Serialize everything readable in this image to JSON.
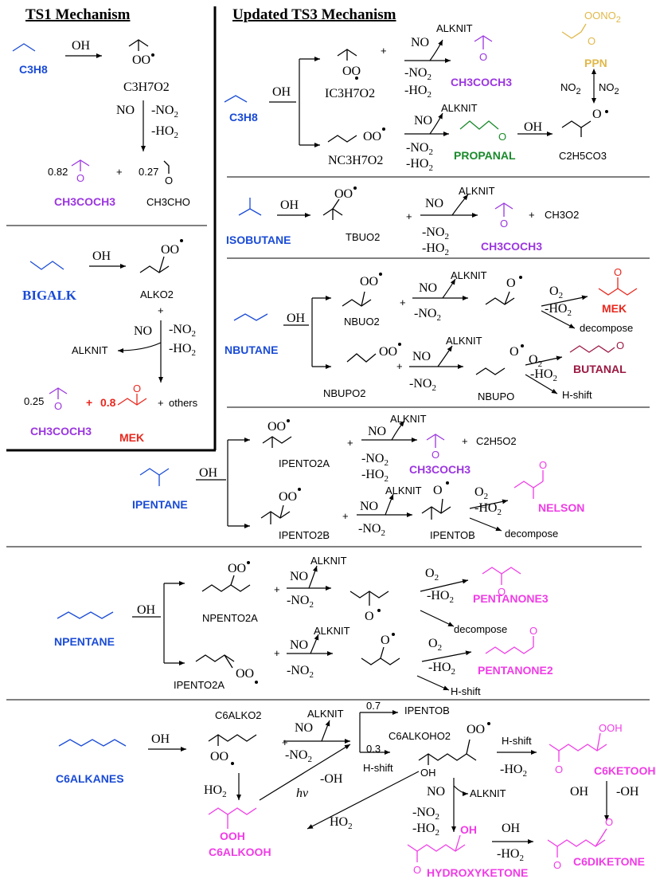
{
  "headings": {
    "ts1": "TS1 Mechanism",
    "ts3": "Updated TS3 Mechanism"
  },
  "colors": {
    "alkane": "#1a4bd6",
    "ch3coch3": "#9b36e0",
    "mek": "#e8281e",
    "propanal": "#1a8a2b",
    "ppn": "#e0b84a",
    "product": "#f03ce6",
    "butanal": "#9b1842"
  },
  "labels": {
    "C3H8": "C3H8",
    "C3H7O2": "C3H7O2",
    "CH3COCH3": "CH3COCH3",
    "CH3CHO": "CH3CHO",
    "BIGALK": "BIGALK",
    "ALKO2": "ALKO2",
    "ALKNIT": "ALKNIT",
    "MEK": "MEK",
    "others": "others",
    "IC3H7O2": "IC3H7O2",
    "NC3H7O2": "NC3H7O2",
    "PPN": "PPN",
    "PROPANAL": "PROPANAL",
    "C2H5CO3": "C2H5CO3",
    "ISOBUTANE": "ISOBUTANE",
    "TBUO2": "TBUO2",
    "CH3O2": "CH3O2",
    "NBUTANE": "NBUTANE",
    "NBUO2": "NBUO2",
    "NBUPO2": "NBUPO2",
    "NBUPO": "NBUPO",
    "BUTANAL": "BUTANAL",
    "decompose": "decompose",
    "Hshift": "H-shift",
    "IPENTANE": "IPENTANE",
    "IPENTO2A": "IPENTO2A",
    "IPENTO2B": "IPENTO2B",
    "IPENTOB": "IPENTOB",
    "C2H5O2": "C2H5O2",
    "NELSON": "NELSON",
    "NPENTANE": "NPENTANE",
    "NPENTO2A": "NPENTO2A",
    "IPENTO2A_n": "IPENTO2A",
    "PENTANONE3": "PENTANONE3",
    "PENTANONE2": "PENTANONE2",
    "C6ALKANES": "C6ALKANES",
    "C6ALKO2": "C6ALKO2",
    "C6ALKOHO2": "C6ALKOHO2",
    "C6KETOOH": "C6KETOOH",
    "C6ALKOOH": "C6ALKOOH",
    "HYDROXYKETONE": "HYDROXYKETONE",
    "C6DIKETONE": "C6DIKETONE"
  },
  "reagents": {
    "OH": "OH",
    "NO": "NO",
    "O": "O",
    "OOH": "OOH",
    "OO": "OO",
    "hv": "hv",
    "minus": "-"
  },
  "yields": {
    "ch3coch3": "0.82",
    "ch3cho": "0.27",
    "bigalk_ch3coch3": "0.25",
    "bigalk_mek": "0.8",
    "ipentob": "0.7",
    "hshift": "0.3"
  }
}
